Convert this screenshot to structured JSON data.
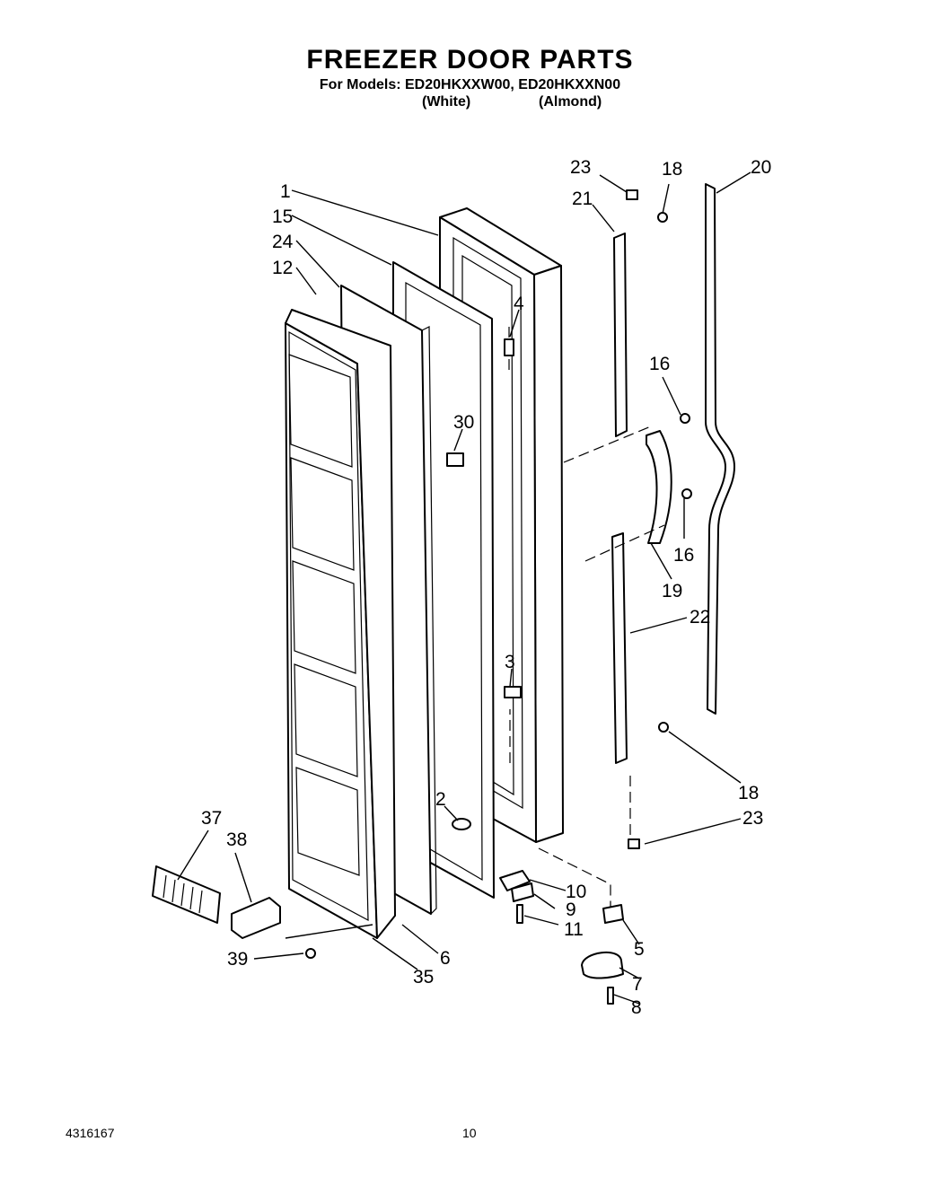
{
  "header": {
    "title": "FREEZER DOOR PARTS",
    "models_line": "For Models: ED20HKXXW00, ED20HKXXN00",
    "model_color_1": "(White)",
    "model_color_2": "(Almond)"
  },
  "callouts": [
    "1",
    "15",
    "24",
    "12",
    "4",
    "30",
    "3",
    "2",
    "23",
    "18",
    "21",
    "20",
    "16",
    "16",
    "19",
    "22",
    "18",
    "23",
    "10",
    "9",
    "11",
    "5",
    "7",
    "8",
    "6",
    "35",
    "39",
    "37",
    "38"
  ],
  "footer": {
    "document_number": "4316167",
    "page_number": "10"
  }
}
